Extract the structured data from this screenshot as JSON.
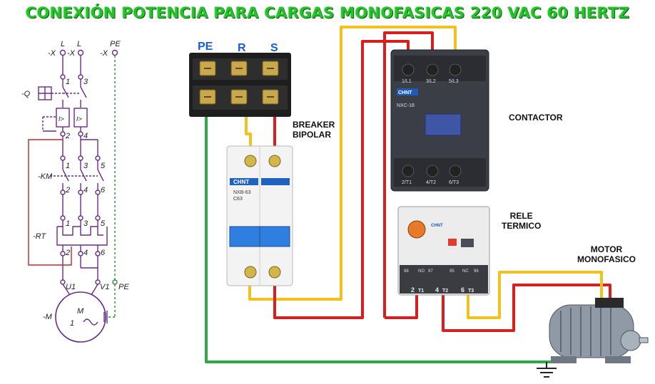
{
  "title": "CONEXIÓN POTENCIA PARA CARGAS MONOFASICAS 220 VAC 60 HERTZ",
  "terminals": {
    "pe": "PE",
    "r": "R",
    "s": "S"
  },
  "labels": {
    "breaker": [
      "BREAKER",
      "BIPOLAR"
    ],
    "contactor": "CONTACTOR",
    "relay": [
      "RELE",
      "TERMICO"
    ],
    "motor": [
      "MOTOR",
      "MONOFASICO"
    ]
  },
  "schematic": {
    "supply": [
      "-X",
      "L",
      "-X",
      "L",
      "-X",
      "PE"
    ],
    "q": "-Q",
    "km": "-KM",
    "rt": "-RT",
    "m_ref": "-M",
    "motor_letter": "M",
    "motor_phase": "1",
    "u1": "U1",
    "v1": "V1",
    "pe": "PE",
    "contacts": [
      "1",
      "3",
      "2",
      "4",
      "1",
      "3",
      "5",
      "2",
      "4",
      "6",
      "1",
      "3",
      "5",
      "2",
      "4",
      "6"
    ],
    "trip_marks": [
      "I>",
      "I>"
    ]
  },
  "devices": {
    "breaker_brand": "CHNT",
    "breaker_model": [
      "NXB-63",
      "C63"
    ],
    "contactor_brand": "CHNT",
    "contactor_model": "NXC-18",
    "contactor_top": [
      "1/L1",
      "3/L2",
      "5/L3"
    ],
    "contactor_bottom": [
      "2/T1",
      "4/T2",
      "6/T3"
    ],
    "relay_brand": "CHNT",
    "relay_top": [
      "98",
      "NO",
      "97",
      "95",
      "NC",
      "96"
    ],
    "relay_bottom": [
      "2",
      "T1",
      "4",
      "T2",
      "6",
      "T3"
    ]
  },
  "colors": {
    "title": "#27c22b",
    "wire_red": "#d81e1e",
    "wire_yellow": "#f2c21c",
    "wire_green": "#2fa84a",
    "schematic": "#6b2b8a",
    "terminal_label": "#1a5bd6"
  }
}
